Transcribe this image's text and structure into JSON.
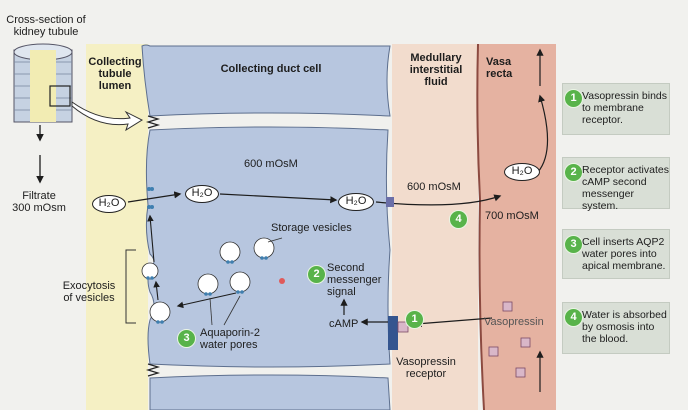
{
  "inset": {
    "caption": "Cross-section of\nkidney tubule",
    "filtrate": "Filtrate\n300 mOsm"
  },
  "regions": {
    "lumen": "Collecting\ntubule\nlumen",
    "cell": "Collecting duct cell",
    "interstitial": "Medullary\ninterstitial\nfluid",
    "vasa": "Vasa\nrecta"
  },
  "osmolarity": {
    "cell": "600 mOsM",
    "interstitial": "600 mOsM",
    "vasa": "700 mOsM"
  },
  "water_label": "H₂O",
  "labels": {
    "storage": "Storage vesicles",
    "second_messenger": "Second\nmessenger\nsignal",
    "camp": "cAMP",
    "exocytosis": "Exocytosis\nof vesicles",
    "aquaporin": "Aquaporin-2\nwater pores",
    "receptor": "Vasopressin\nreceptor",
    "vasopressin": "Vasopressin"
  },
  "steps": [
    {
      "num": "1",
      "text": "Vasopressin binds\nto membrane\nreceptor."
    },
    {
      "num": "2",
      "text": "Receptor activates\ncAMP second\nmessenger system."
    },
    {
      "num": "3",
      "text": "Cell inserts AQP2\nwater pores into\napical membrane."
    },
    {
      "num": "4",
      "text": "Water is absorbed\nby osmosis into\nthe blood."
    }
  ],
  "colors": {
    "cell": "#b7c6df",
    "lumen": "#f5f0c4",
    "interstitial": "#f2dccd",
    "vasa": "#e5b2a1",
    "step_green": "#58b34a",
    "receptor": "#34558f"
  }
}
